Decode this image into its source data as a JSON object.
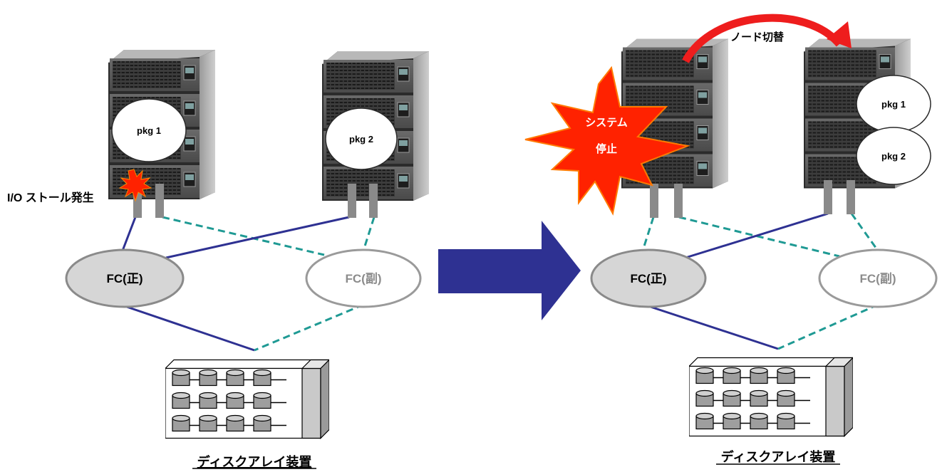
{
  "colors": {
    "primary_line": "#2e3192",
    "secondary_line": "#1f9a94",
    "arrow": "#2e3192",
    "explosion": "#ff2200",
    "switch_arrow": "#ee1d1d",
    "fc_primary_fill": "#d6d6d6",
    "fc_secondary_text": "#8c8c8c"
  },
  "left": {
    "pkg1": "pkg 1",
    "pkg2": "pkg 2",
    "io_stall": "I/O ストール発生",
    "fc_primary": "FC(正)",
    "fc_secondary": "FC(副)",
    "disk_array": "ディスクアレイ装置"
  },
  "right": {
    "system_stop_line1": "システム",
    "system_stop_line2": "停止",
    "node_switch": "ノード切替",
    "pkg1": "pkg 1",
    "pkg2": "pkg 2",
    "fc_primary": "FC(正)",
    "fc_secondary": "FC(副)",
    "disk_array": "ディスクアレイ装置"
  },
  "icons": [
    "server-rack-icon",
    "disk-array-icon",
    "explosion-icon",
    "transition-arrow-icon",
    "curved-switch-arrow-icon"
  ]
}
